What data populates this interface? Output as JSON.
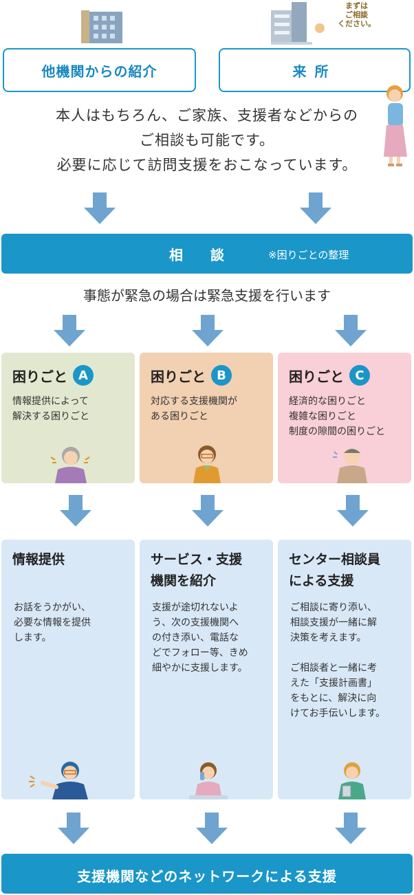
{
  "entry": {
    "referral_label": "他機関からの紹介",
    "visit_label": "来所",
    "balloon_lines": [
      "まずは",
      "ご相談",
      "ください。"
    ]
  },
  "intro": {
    "line1": "本人はもちろん、ご家族、支援者などからの",
    "line2": "ご相談も可能です。",
    "line3": "必要に応じて訪問支援をおこなっています。"
  },
  "consult": {
    "title": "相談",
    "note": "※困りごとの整理"
  },
  "emergency": "事態が緊急の場合は緊急支援を行います",
  "problems": [
    {
      "title": "困りごと",
      "letter": "A",
      "desc": [
        "情報提供によって",
        "解決する困りごと"
      ]
    },
    {
      "title": "困りごと",
      "letter": "B",
      "desc": [
        "対応する支援機関が",
        "ある困りごと"
      ]
    },
    {
      "title": "困りごと",
      "letter": "C",
      "desc": [
        "経済的な困りごと",
        "複雑な困りごと",
        "制度の隙間の困りごと"
      ]
    }
  ],
  "supports": [
    {
      "title": [
        "情報提供"
      ],
      "desc": [
        "お話をうかがい、",
        "必要な情報を提供",
        "します。"
      ]
    },
    {
      "title": [
        "サービス・支援",
        "機関を紹介"
      ],
      "desc": [
        "支援が途切れないよ",
        "う、次の支援機関へ",
        "の付き添い、電話な",
        "どでフォロー等、きめ",
        "細やかに支援します。"
      ]
    },
    {
      "title": [
        "センター相談員",
        "による支援"
      ],
      "desc": [
        "ご相談に寄り添い、",
        "相談支援が一緒に解",
        "決策を考えます。",
        "",
        "ご相談者と一緒に考",
        "えた「支援計画書」",
        "をもとに、解決に向",
        "けてお手伝いします。"
      ]
    }
  ],
  "network": "支援機関などのネットワークによる支援",
  "colors": {
    "accent": "#1a96c8",
    "arrow": "#6ea4cf",
    "problem_a_bg": "#e2e8cf",
    "problem_b_bg": "#f2d0b2",
    "problem_c_bg": "#f9cfd8",
    "support_bg": "#d8e8f7"
  }
}
